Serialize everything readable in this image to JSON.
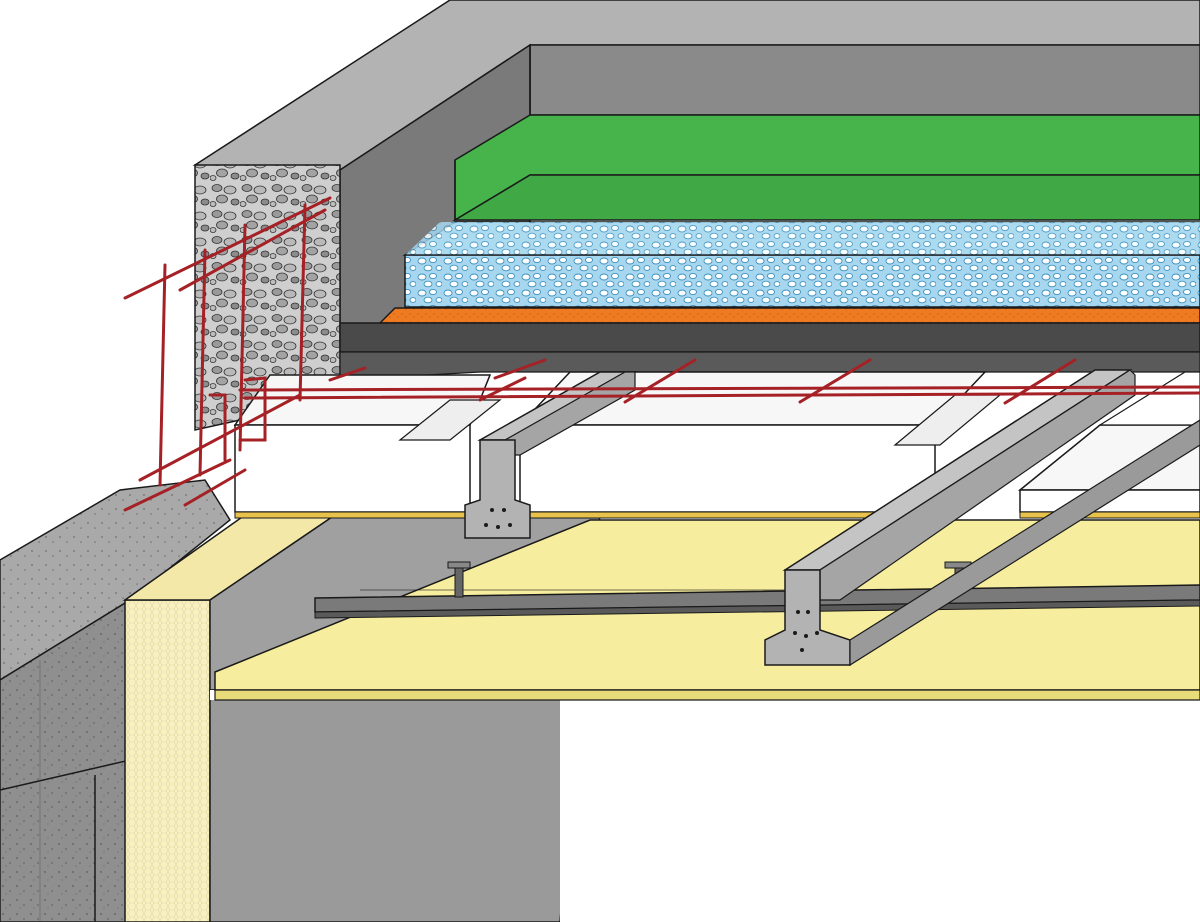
{
  "diagram": {
    "kind": "floor-slab-cross-section",
    "colors": {
      "background": "#ffffff",
      "concrete_top": "#b3b3b3",
      "concrete_front": "#8f8f8f",
      "concrete_dark": "#6e6e6e",
      "membrane": "#4a4a4a",
      "wall_block_top": "#a8a8a8",
      "wall_block_front": "#8c8c8c",
      "gravel_fill": "#d0d0d0",
      "green_layer": "#46b34b",
      "insulation_blue": "#a8d8ee",
      "orange_layer": "#ee7a22",
      "filler_block": "#ffffff",
      "beam_concrete": "#b0b0b0",
      "ceiling_board": "#f6ee9e",
      "edge_insulation": "#f8f0c2",
      "rebar": "#a52126",
      "outline": "#1a1a1a"
    },
    "components": [
      {
        "id": "wall-masonry",
        "icon": "masonry-wall"
      },
      {
        "id": "edge-insulation",
        "icon": "insulation-strip"
      },
      {
        "id": "ring-beam-gravel",
        "icon": "gravel-concrete"
      },
      {
        "id": "perimeter-upstand",
        "icon": "concrete-upstand"
      },
      {
        "id": "finish-green-layer",
        "icon": "floor-finish"
      },
      {
        "id": "thermal-insulation-layer",
        "icon": "insulation-boards"
      },
      {
        "id": "orange-separation-layer",
        "icon": "separation-layer"
      },
      {
        "id": "concrete-topping-slab",
        "icon": "topping-slab"
      },
      {
        "id": "filler-blocks",
        "icon": "hollow-blocks"
      },
      {
        "id": "precast-beams",
        "icon": "t-beam"
      },
      {
        "id": "ceiling-boards",
        "icon": "ceiling-board"
      },
      {
        "id": "suspension-channels",
        "icon": "metal-channel"
      },
      {
        "id": "reinforcement",
        "icon": "rebar"
      }
    ]
  }
}
